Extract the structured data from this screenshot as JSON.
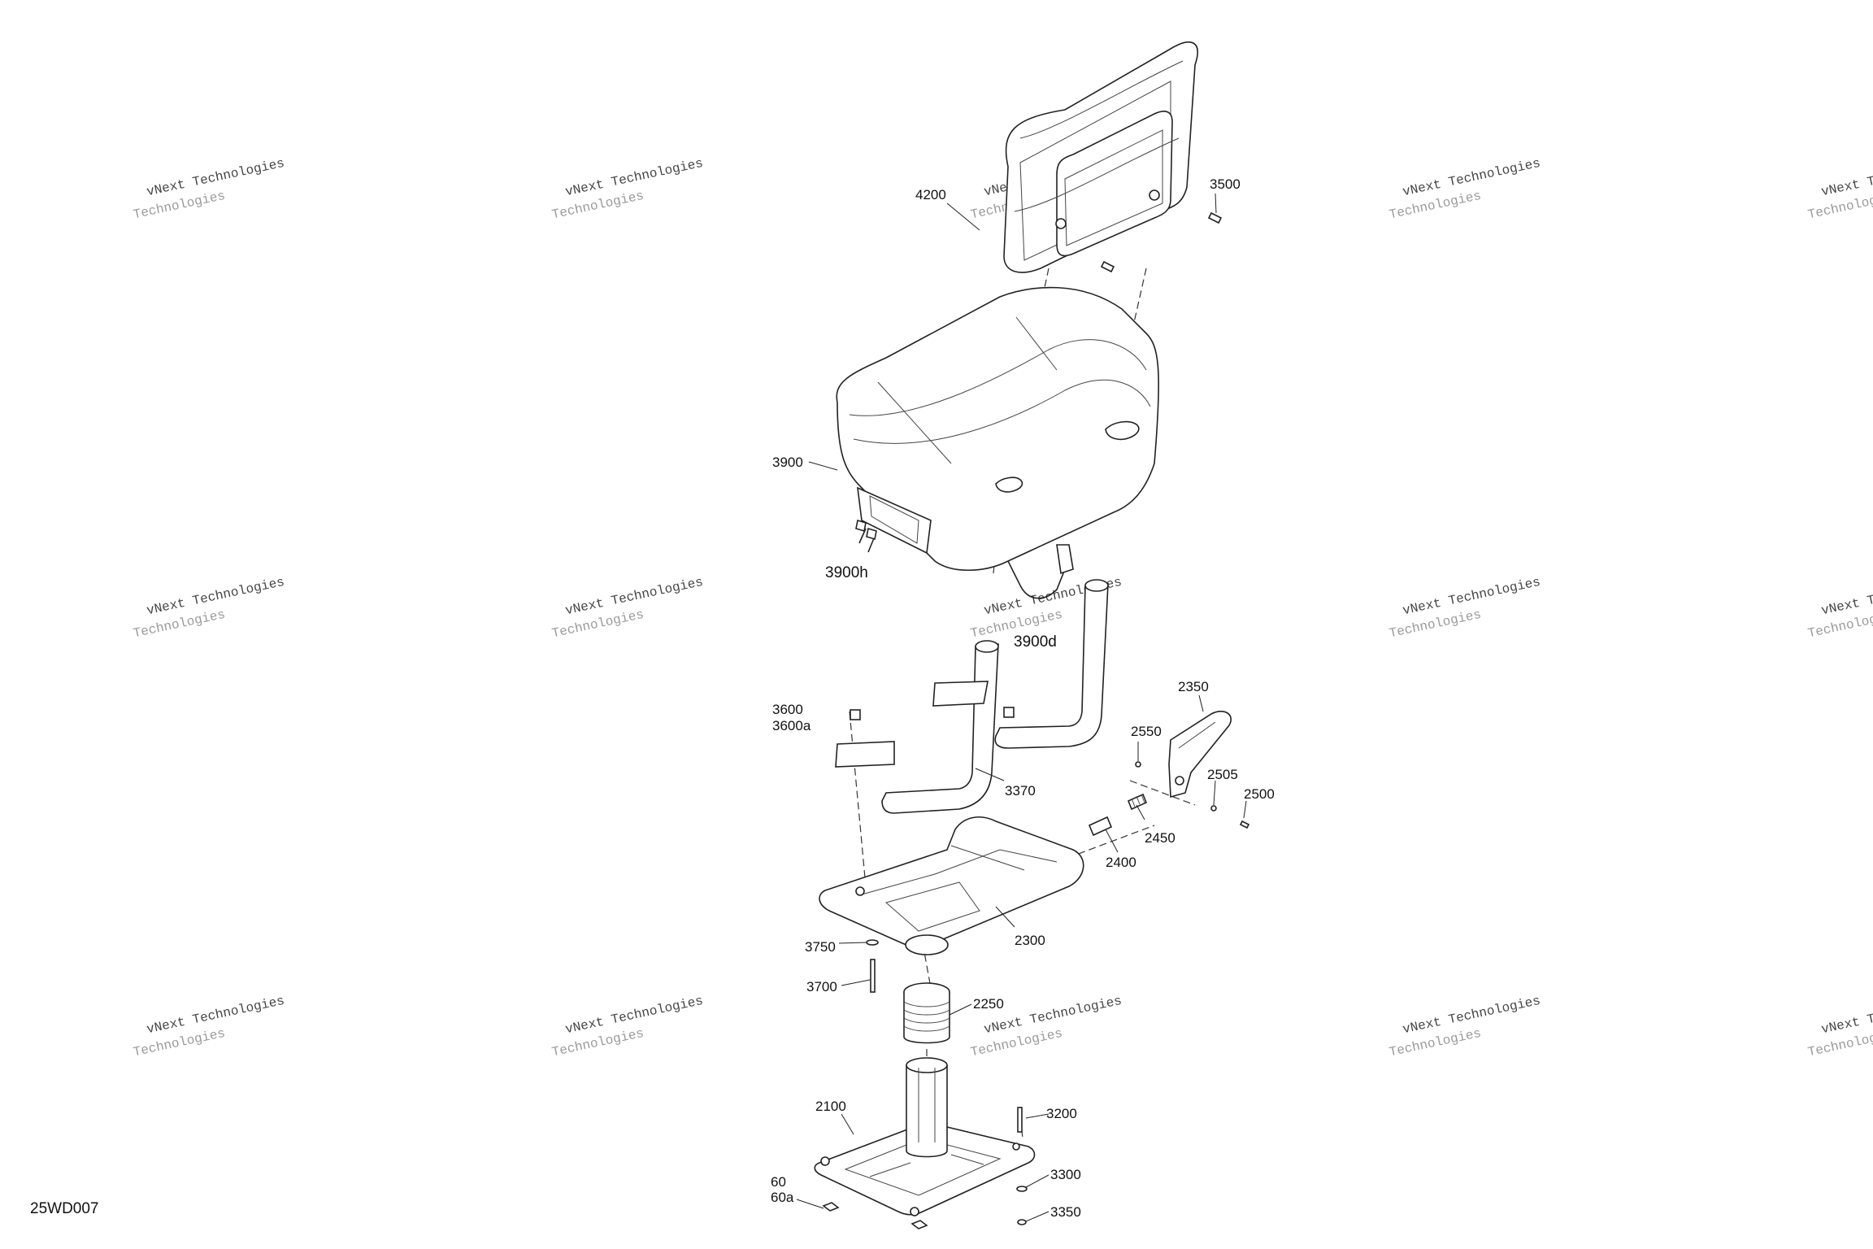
{
  "diagram": {
    "figure_code": "25WD007",
    "watermark": {
      "line1": "vNext Technologies",
      "line2": "Technologies"
    },
    "parts": [
      {
        "id": "p4200",
        "label": "4200"
      },
      {
        "id": "p3500",
        "label": "3500"
      },
      {
        "id": "p3900",
        "label": "3900"
      },
      {
        "id": "p3900h",
        "label": "3900h"
      },
      {
        "id": "p3900d",
        "label": "3900d"
      },
      {
        "id": "p3600",
        "label": "3600"
      },
      {
        "id": "p3600a",
        "label": "3600a"
      },
      {
        "id": "p3370",
        "label": "3370"
      },
      {
        "id": "p2350",
        "label": "2350"
      },
      {
        "id": "p2550",
        "label": "2550"
      },
      {
        "id": "p2505",
        "label": "2505"
      },
      {
        "id": "p2500",
        "label": "2500"
      },
      {
        "id": "p2450",
        "label": "2450"
      },
      {
        "id": "p2400",
        "label": "2400"
      },
      {
        "id": "p2300",
        "label": "2300"
      },
      {
        "id": "p3750",
        "label": "3750"
      },
      {
        "id": "p3700",
        "label": "3700"
      },
      {
        "id": "p2250",
        "label": "2250"
      },
      {
        "id": "p2100",
        "label": "2100"
      },
      {
        "id": "p3200",
        "label": "3200"
      },
      {
        "id": "p60",
        "label": "60"
      },
      {
        "id": "p60a",
        "label": "60a"
      },
      {
        "id": "p3300",
        "label": "3300"
      },
      {
        "id": "p3350",
        "label": "3350"
      }
    ]
  }
}
